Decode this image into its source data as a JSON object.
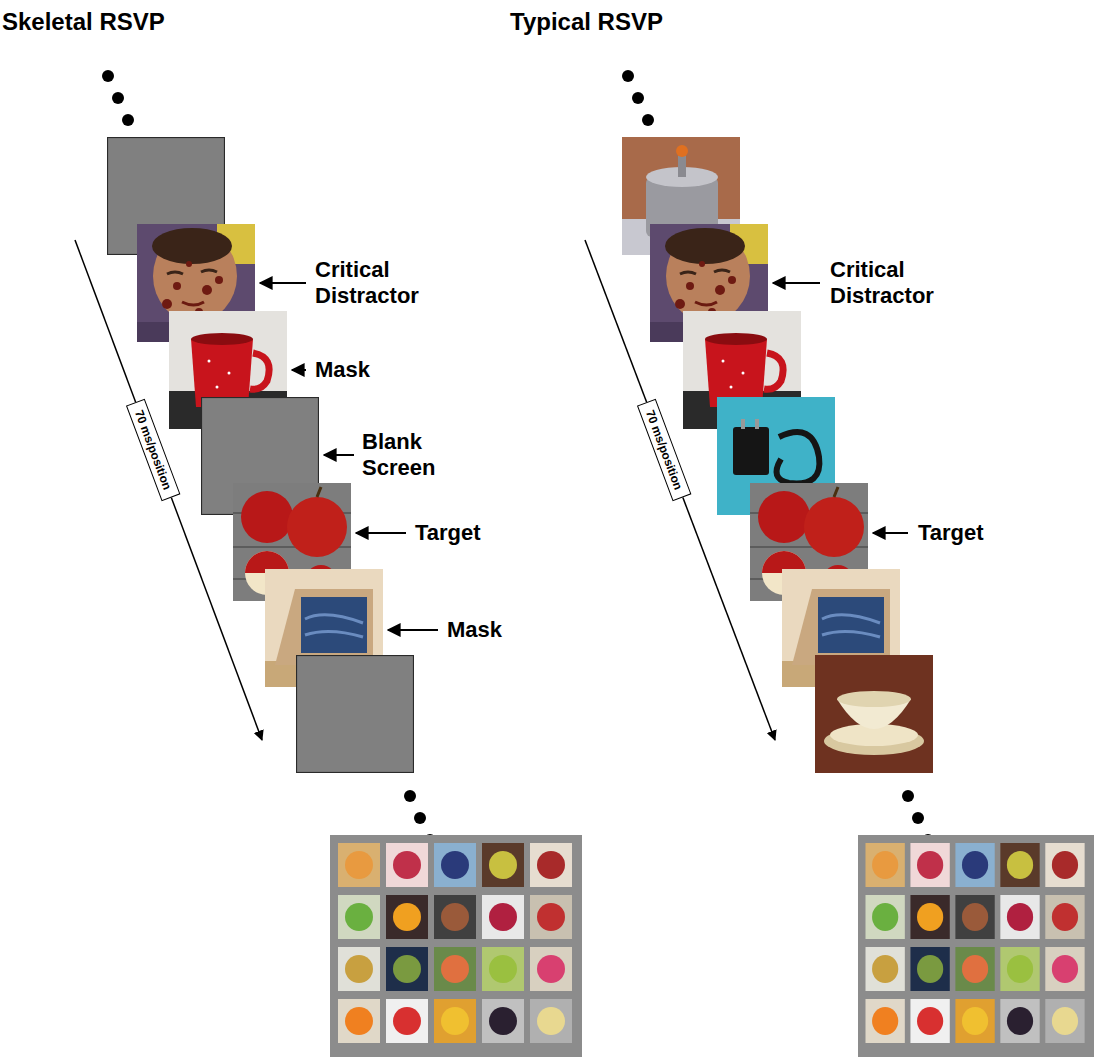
{
  "diagram": {
    "labels": [
      "Skeletal RSVP",
      "Typical RSVP",
      "Critical Distractor",
      "Mask",
      "Blank Screen",
      "Target",
      "Mask",
      "70 ms/position",
      "Critical Distractor",
      "Target",
      "70 ms/position"
    ]
  }
}
